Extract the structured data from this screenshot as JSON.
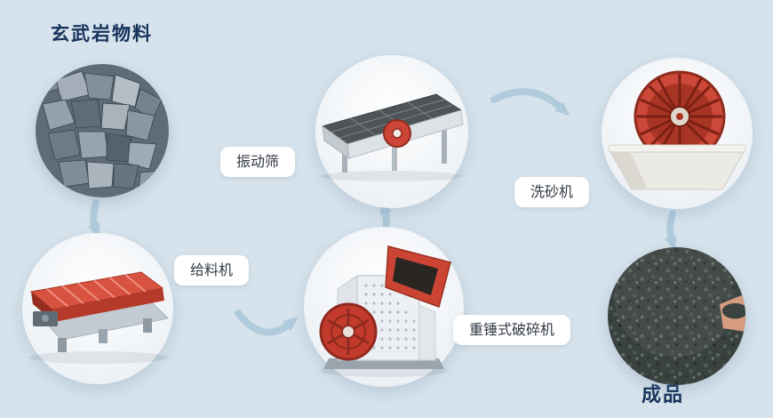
{
  "diagram": {
    "description_labels": {
      "material": "玄武岩物料",
      "screen": "振动筛",
      "feeder": "给料机",
      "crusher": "重锤式破碎机",
      "washer": "洗砂机",
      "product": "成品"
    },
    "flow_order": [
      "material",
      "feeder",
      "crusher",
      "screen",
      "washer",
      "product"
    ],
    "colors": {
      "background": "#d7e3ec",
      "arrow": "#b0cbdc",
      "title_text": "#17335c",
      "pill_text": "#333a44",
      "pill_background": "#ffffff",
      "machine_red": "#c9402f",
      "machine_gray": "#dfe4e8"
    }
  },
  "labels": {
    "material": "玄武岩物料",
    "screen": "振动筛",
    "feeder": "给料机",
    "crusher": "重锤式破碎机",
    "washer": "洗砂机",
    "product": "成品"
  }
}
